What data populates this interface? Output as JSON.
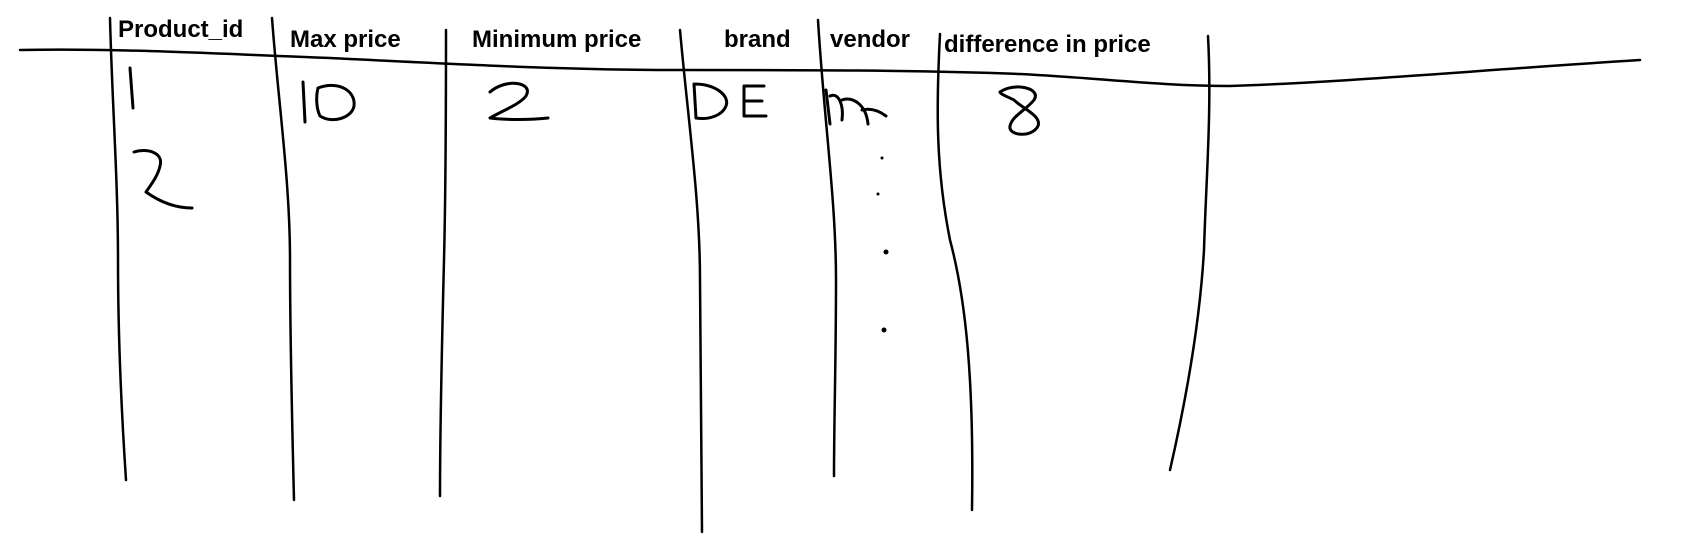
{
  "table": {
    "headers": [
      "Product_id",
      "Max price",
      "Minimum price",
      "brand",
      "vendor",
      "difference in price"
    ],
    "rows": [
      [
        "1",
        "10",
        "2",
        "DE",
        "M",
        "8"
      ],
      [
        "2",
        "",
        "",
        "",
        "",
        ""
      ]
    ],
    "continuation": "…"
  },
  "colors": {
    "ink": "#000000",
    "background": "#ffffff"
  }
}
